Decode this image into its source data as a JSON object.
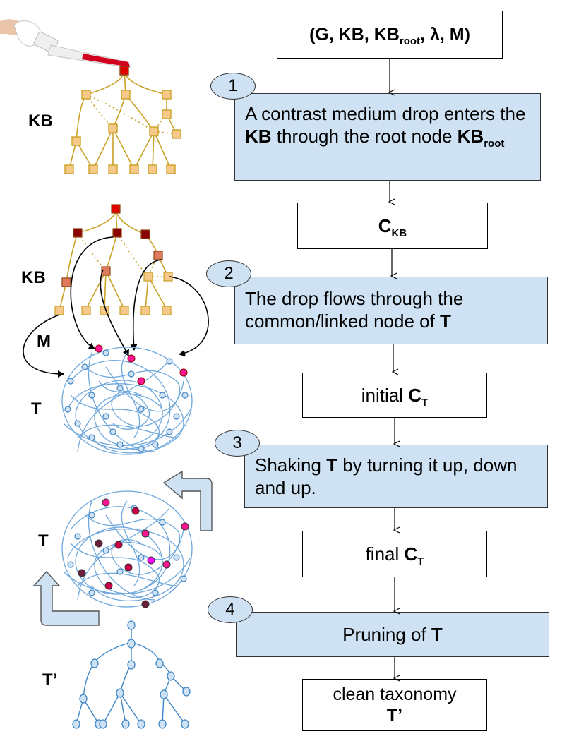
{
  "header": {
    "G": "G",
    "KB": "KB",
    "KB2": "KB",
    "root_sub": "root",
    "lambda": "λ",
    "M": "M"
  },
  "steps": [
    {
      "number": "1",
      "text_a": "A contrast medium drop enters the ",
      "bold_a": "KB",
      "text_b": " through the root node ",
      "bold_b": "KB",
      "sub_b": "root"
    },
    {
      "number": "2",
      "text_a": "The drop flows through the common/linked node of ",
      "bold_a": "T"
    },
    {
      "number": "3",
      "text_a": "Shaking ",
      "bold_a": "T",
      "text_b": " by turning it up, down and up."
    },
    {
      "number": "4",
      "text_a": "Pruning of ",
      "bold_a": "T"
    }
  ],
  "results": {
    "c_kb": {
      "main": "C",
      "sub": "KB"
    },
    "initial": {
      "text": "initial ",
      "main": "C",
      "sub": "T"
    },
    "final": {
      "text": "final ",
      "main": "C",
      "sub": "T"
    },
    "clean": {
      "line1": "clean taxonomy",
      "line2": "T’"
    }
  },
  "side_labels": {
    "kb1": "KB",
    "kb2": "KB",
    "m": "M",
    "t1": "T",
    "t2": "T",
    "t_prime": "T’"
  },
  "colors": {
    "step_fill": "#cfe2f3",
    "tree_gold": "#c9a227",
    "node_fill": "#f6c98a",
    "network_blue": "#6fa8dc",
    "red": "#e00000",
    "magenta": "#ff1493"
  }
}
